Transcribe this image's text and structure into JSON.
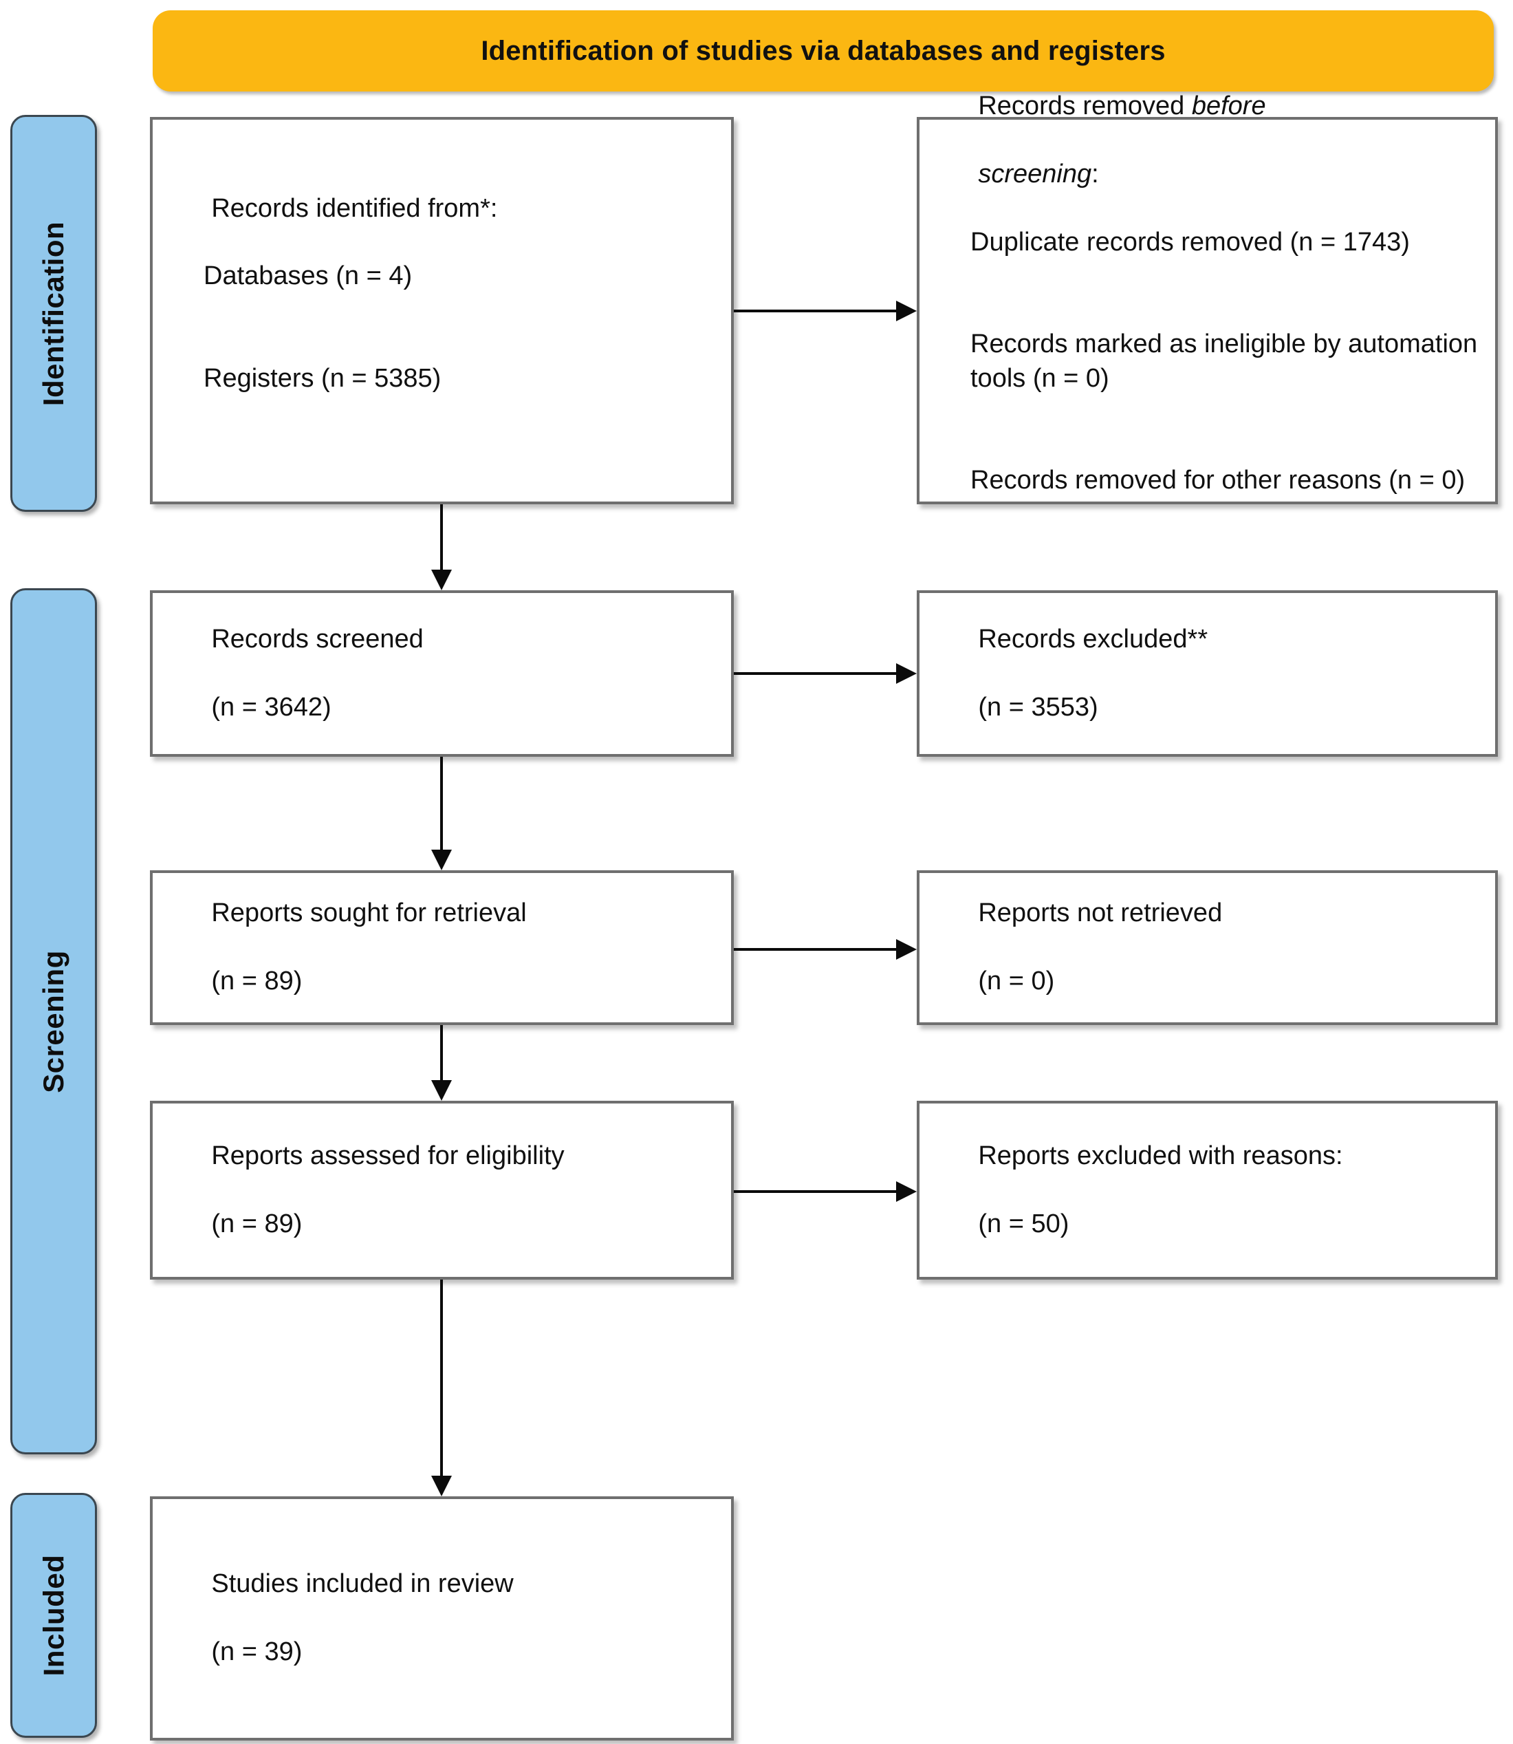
{
  "header": {
    "title": "Identification of studies via databases and registers",
    "bar_color": "#FBB712",
    "text_color": "#111111"
  },
  "stages": [
    {
      "id": "identification",
      "label": "Identification",
      "color": "#92C8EC"
    },
    {
      "id": "screening",
      "label": "Screening",
      "color": "#92C8EC"
    },
    {
      "id": "included",
      "label": "Included",
      "color": "#92C8EC"
    }
  ],
  "boxes": {
    "identified": {
      "line1": "Records identified from*:",
      "line2": "Databases (n = 4)",
      "line3": "Registers (n = 5385)"
    },
    "removed": {
      "line1_prefix": "Records removed ",
      "line1_italic": "before",
      "line2_italic": "screening",
      "line2_suffix": ":",
      "line3": "Duplicate records removed (n = 1743)",
      "line4": "Records marked as ineligible by automation tools (n = 0)",
      "line5": "Records removed for other reasons (n = 0)"
    },
    "screened": {
      "line1": "Records screened",
      "line2": "(n = 3642)"
    },
    "excluded": {
      "line1": "Records excluded**",
      "line2": "(n = 3553)"
    },
    "sought": {
      "line1": "Reports sought for retrieval",
      "line2": "(n = 89)"
    },
    "not_retrieved": {
      "line1": "Reports not retrieved",
      "line2": "(n = 0)"
    },
    "assessed": {
      "line1": "Reports assessed for eligibility",
      "line2": "(n = 89)"
    },
    "excluded_reasons": {
      "line1": "Reports excluded with reasons:",
      "line2": "(n = 50)"
    },
    "included": {
      "line1": "Studies included in review",
      "line2": "(n = 39)"
    }
  },
  "chart_data": {
    "type": "flowchart",
    "title": "Identification of studies via databases and registers",
    "stages": [
      "Identification",
      "Screening",
      "Included"
    ],
    "nodes": [
      {
        "id": "identified",
        "stage": "Identification",
        "column": "left",
        "label": "Records identified from*: Databases (n = 4); Registers (n = 5385)",
        "counts": {
          "Databases": 4,
          "Registers": 5385
        }
      },
      {
        "id": "removed",
        "stage": "Identification",
        "column": "right",
        "label": "Records removed before screening",
        "counts": {
          "Duplicate records removed": 1743,
          "Records marked as ineligible by automation tools": 0,
          "Records removed for other reasons": 0
        }
      },
      {
        "id": "screened",
        "stage": "Screening",
        "column": "left",
        "label": "Records screened",
        "n": 3642
      },
      {
        "id": "excluded",
        "stage": "Screening",
        "column": "right",
        "label": "Records excluded**",
        "n": 3553
      },
      {
        "id": "sought",
        "stage": "Screening",
        "column": "left",
        "label": "Reports sought for retrieval",
        "n": 89
      },
      {
        "id": "not_retrieved",
        "stage": "Screening",
        "column": "right",
        "label": "Reports not retrieved",
        "n": 0
      },
      {
        "id": "assessed",
        "stage": "Screening",
        "column": "left",
        "label": "Reports assessed for eligibility",
        "n": 89
      },
      {
        "id": "excluded_reasons",
        "stage": "Screening",
        "column": "right",
        "label": "Reports excluded with reasons:",
        "n": 50
      },
      {
        "id": "included",
        "stage": "Included",
        "column": "left",
        "label": "Studies included in review",
        "n": 39
      }
    ],
    "edges": [
      {
        "from": "identified",
        "to": "removed",
        "direction": "right"
      },
      {
        "from": "identified",
        "to": "screened",
        "direction": "down"
      },
      {
        "from": "screened",
        "to": "excluded",
        "direction": "right"
      },
      {
        "from": "screened",
        "to": "sought",
        "direction": "down"
      },
      {
        "from": "sought",
        "to": "not_retrieved",
        "direction": "right"
      },
      {
        "from": "sought",
        "to": "assessed",
        "direction": "down"
      },
      {
        "from": "assessed",
        "to": "excluded_reasons",
        "direction": "right"
      },
      {
        "from": "assessed",
        "to": "included",
        "direction": "down"
      }
    ]
  }
}
